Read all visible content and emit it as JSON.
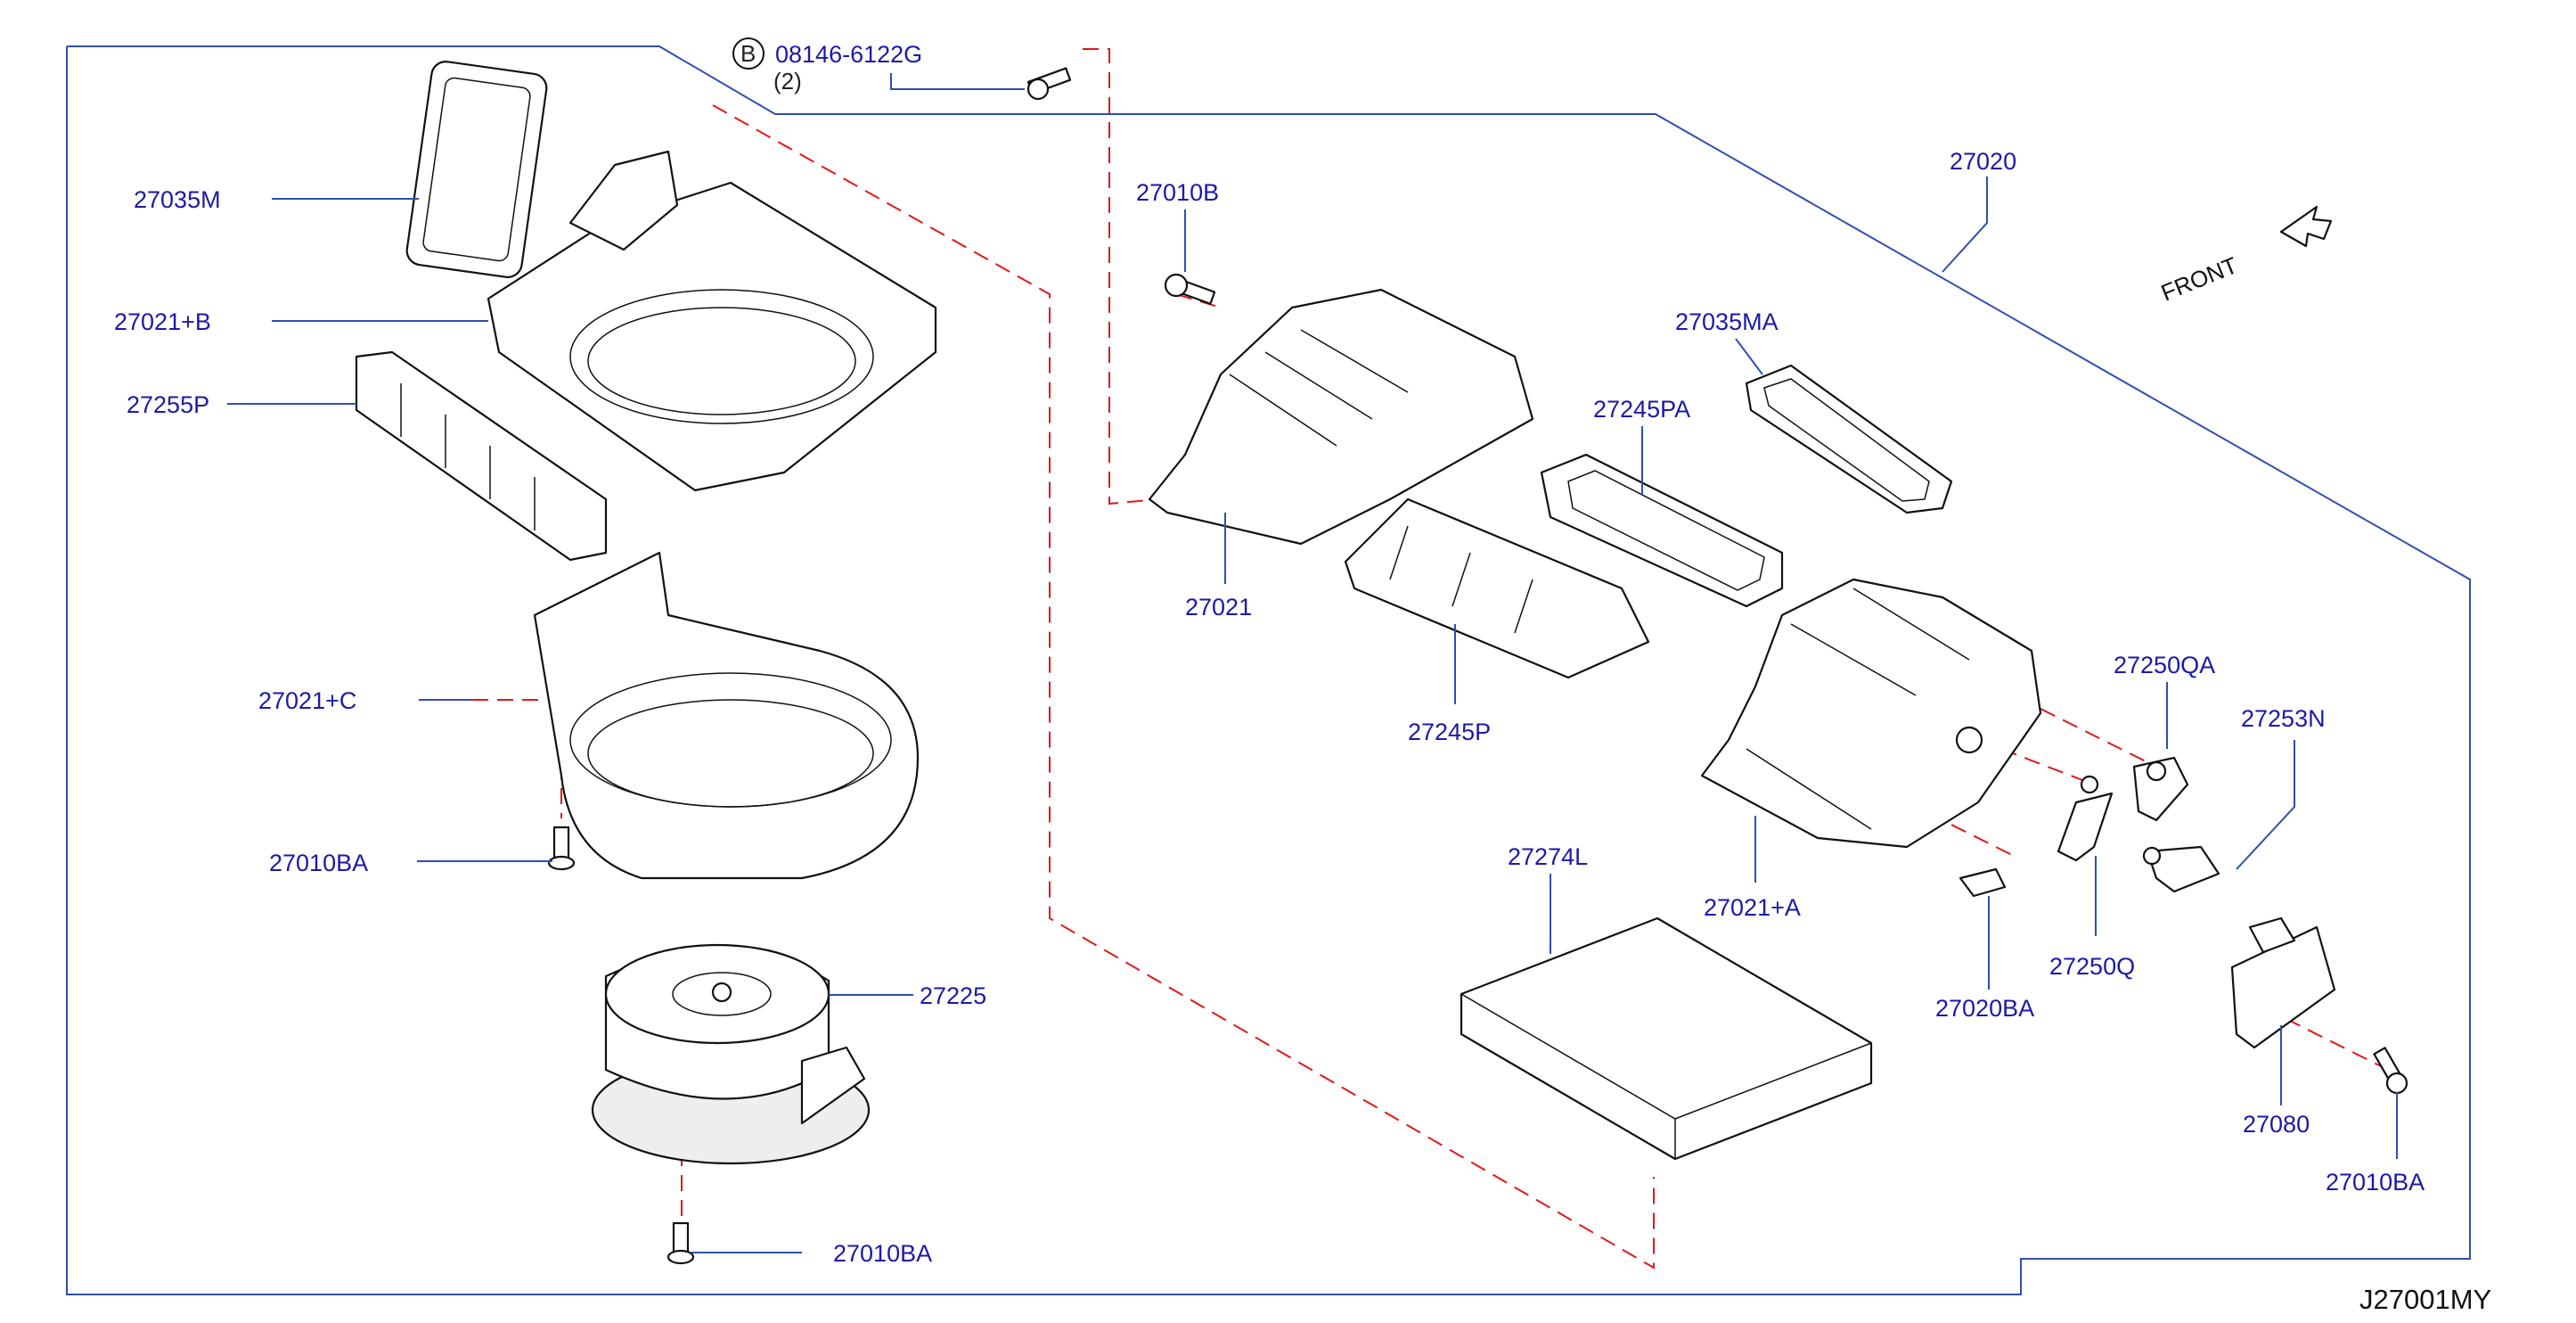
{
  "diagram": {
    "code": "J27001MY",
    "front_label": "FRONT",
    "bolt_callout": {
      "circle_letter": "B",
      "part": "08146-6122G",
      "qty": "(2)"
    },
    "labels": {
      "p27035M": "27035M",
      "p27021B": "27021+B",
      "p27255P": "27255P",
      "p27021C": "27021+C",
      "p27010BA_left": "27010BA",
      "p27225": "27225",
      "p27010BA_bottom": "27010BA",
      "p27010B": "27010B",
      "p27021": "27021",
      "p27245P": "27245P",
      "p27245PA": "27245PA",
      "p27035MA": "27035MA",
      "p27020": "27020",
      "p27274L": "27274L",
      "p27021A": "27021+A",
      "p27020BA": "27020BA",
      "p27250QA": "27250QA",
      "p27250Q": "27250Q",
      "p27253N": "27253N",
      "p27080": "27080",
      "p27010BA_right": "27010BA"
    }
  }
}
